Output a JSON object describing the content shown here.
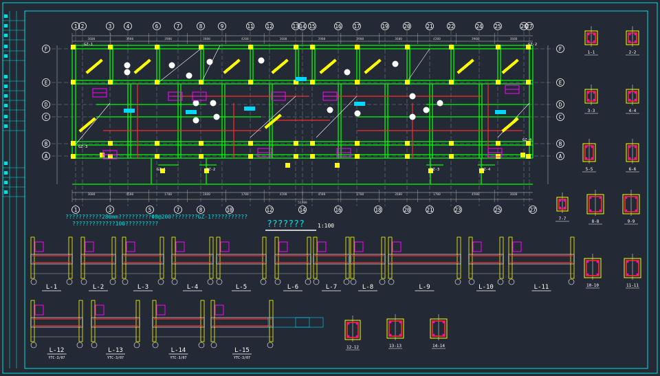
{
  "drawing": {
    "title": "???????",
    "scale": "1:100",
    "note_line1": "???????????280mm??????????Φ8@200????????GZ-1???????????",
    "note_line2": "?????????????100??????????"
  },
  "grid_top": [
    "1",
    "2",
    "3",
    "4",
    "6",
    "7",
    "8",
    "9",
    "11",
    "12",
    "13",
    "14",
    "15",
    "16",
    "17",
    "19",
    "20",
    "21",
    "22",
    "24",
    "25",
    "26",
    "27"
  ],
  "grid_bottom": [
    "1",
    "3",
    "5",
    "7",
    "8",
    "10",
    "12",
    "14",
    "16",
    "18",
    "20",
    "21",
    "23",
    "25",
    "27"
  ],
  "grid_rows": [
    "F",
    "E",
    "D",
    "C",
    "B",
    "A"
  ],
  "dims_top": [
    "3600",
    "3900",
    "3900",
    "3600",
    "4200",
    "3600",
    "3900",
    "3900",
    "3600",
    "4200",
    "3900",
    "3600"
  ],
  "dims_bottom": [
    "3600",
    "4500",
    "1700",
    "2600",
    "1700",
    "4200",
    "4500",
    "1700",
    "2600",
    "1700",
    "4500",
    "3600"
  ],
  "dim_total": "51400",
  "column_tags": [
    "GZ-1",
    "GZ-2",
    "GZ-3",
    "GZ-4"
  ],
  "sections_right": [
    "1-1",
    "2-2",
    "3-3",
    "4-4",
    "5-5",
    "6-6",
    "7-7",
    "8-8",
    "9-9",
    "10-10",
    "11-11"
  ],
  "sections_bottom": [
    "12-12",
    "13-13",
    "14-14"
  ],
  "beams_row1": [
    "L-1",
    "L-2",
    "L-3",
    "L-4",
    "L-5",
    "L-6",
    "L-7",
    "L-8",
    "L-9",
    "L-10",
    "L-11"
  ],
  "beams_row2": [
    "L-12",
    "L-13",
    "L-14",
    "L-15"
  ],
  "beam_subnotes": [
    "YTC-3/07",
    "YTC-3/07",
    "YTC-3/07",
    "YTC-3/07"
  ],
  "colors": {
    "background": "#232a35",
    "frame": "#00e0e0",
    "wall": "#00ff00",
    "beam": "#ff2a2a",
    "column": "#ffff00",
    "annotation": "#ff00ff",
    "dimension": "#c8c8c8"
  }
}
